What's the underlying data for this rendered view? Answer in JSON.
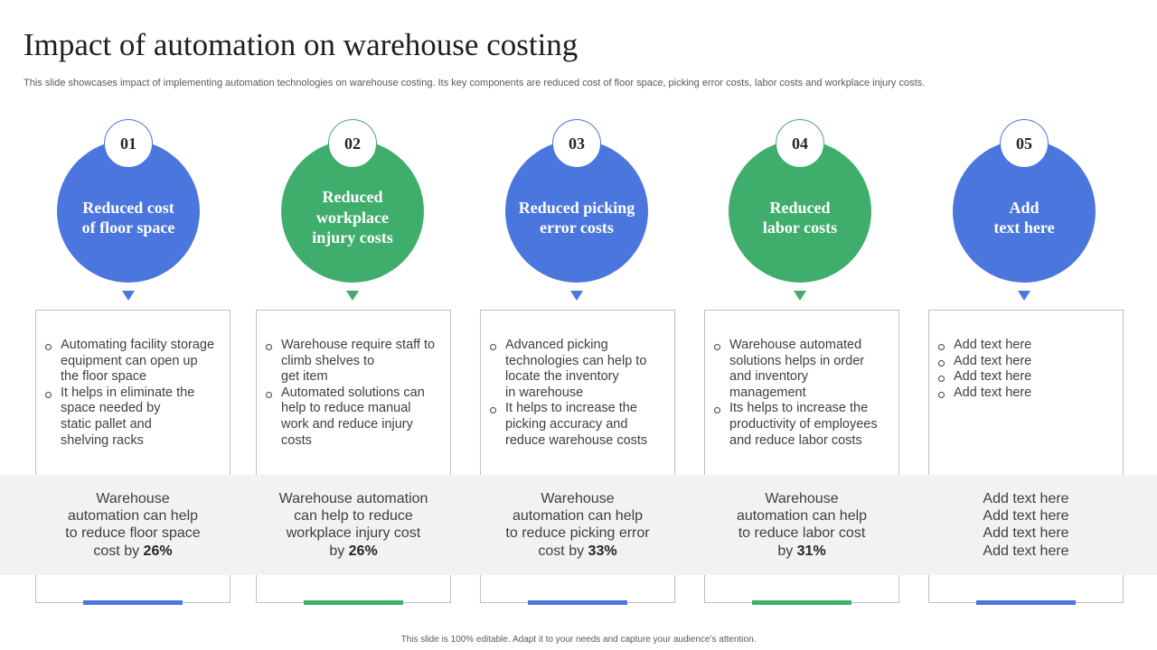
{
  "slide": {
    "title": "Impact of automation on warehouse costing",
    "subtitle": "This slide showcases impact of implementing automation technologies on warehouse costing. Its key components are reduced cost of floor space, picking error costs, labor costs and workplace injury costs.",
    "footer": "This slide is 100% editable. Adapt it to your needs and capture your audience’s attention."
  },
  "colors": {
    "blue": "#4a76dd",
    "green": "#3fae6c"
  },
  "cards": [
    {
      "number": "01",
      "heading": "Reduced cost\nof floor space",
      "color": "blue",
      "bullets": [
        "Automating facility storage\nequipment can open up\nthe floor space",
        "It helps in eliminate the\nspace needed by\nstatic pallet and\nshelving racks"
      ],
      "stat_prefix": "Warehouse\nautomation can help\nto reduce floor space\ncost by ",
      "stat_value": "26%"
    },
    {
      "number": "02",
      "heading": "Reduced\nworkplace\ninjury costs",
      "color": "green",
      "bullets": [
        "Warehouse require staff to\nclimb shelves to\nget item",
        "Automated solutions can\nhelp to reduce manual\nwork and reduce injury\ncosts"
      ],
      "stat_prefix": "Warehouse automation\ncan help to reduce\nworkplace injury  cost\nby ",
      "stat_value": "26%"
    },
    {
      "number": "03",
      "heading": "Reduced picking\nerror costs",
      "color": "blue",
      "bullets": [
        "Advanced picking\ntechnologies can help to\nlocate the inventory\nin warehouse",
        "It helps to increase the\npicking accuracy and\nreduce warehouse costs"
      ],
      "stat_prefix": "Warehouse\nautomation can help\nto reduce picking error\ncost by ",
      "stat_value": "33%"
    },
    {
      "number": "04",
      "heading": "Reduced\nlabor costs",
      "color": "green",
      "bullets": [
        "Warehouse automated\nsolutions helps in order\nand inventory\nmanagement",
        "Its helps to increase the\nproductivity of employees\nand reduce labor costs"
      ],
      "stat_prefix": "Warehouse\nautomation can help\nto reduce labor cost\nby ",
      "stat_value": "31%"
    },
    {
      "number": "05",
      "heading": "Add\ntext here",
      "color": "blue",
      "bullets": [
        "Add text here",
        "Add text here",
        "Add text here",
        "Add text here"
      ],
      "stat_prefix": "Add text here\nAdd text here\nAdd text here\nAdd text here",
      "stat_value": ""
    }
  ]
}
